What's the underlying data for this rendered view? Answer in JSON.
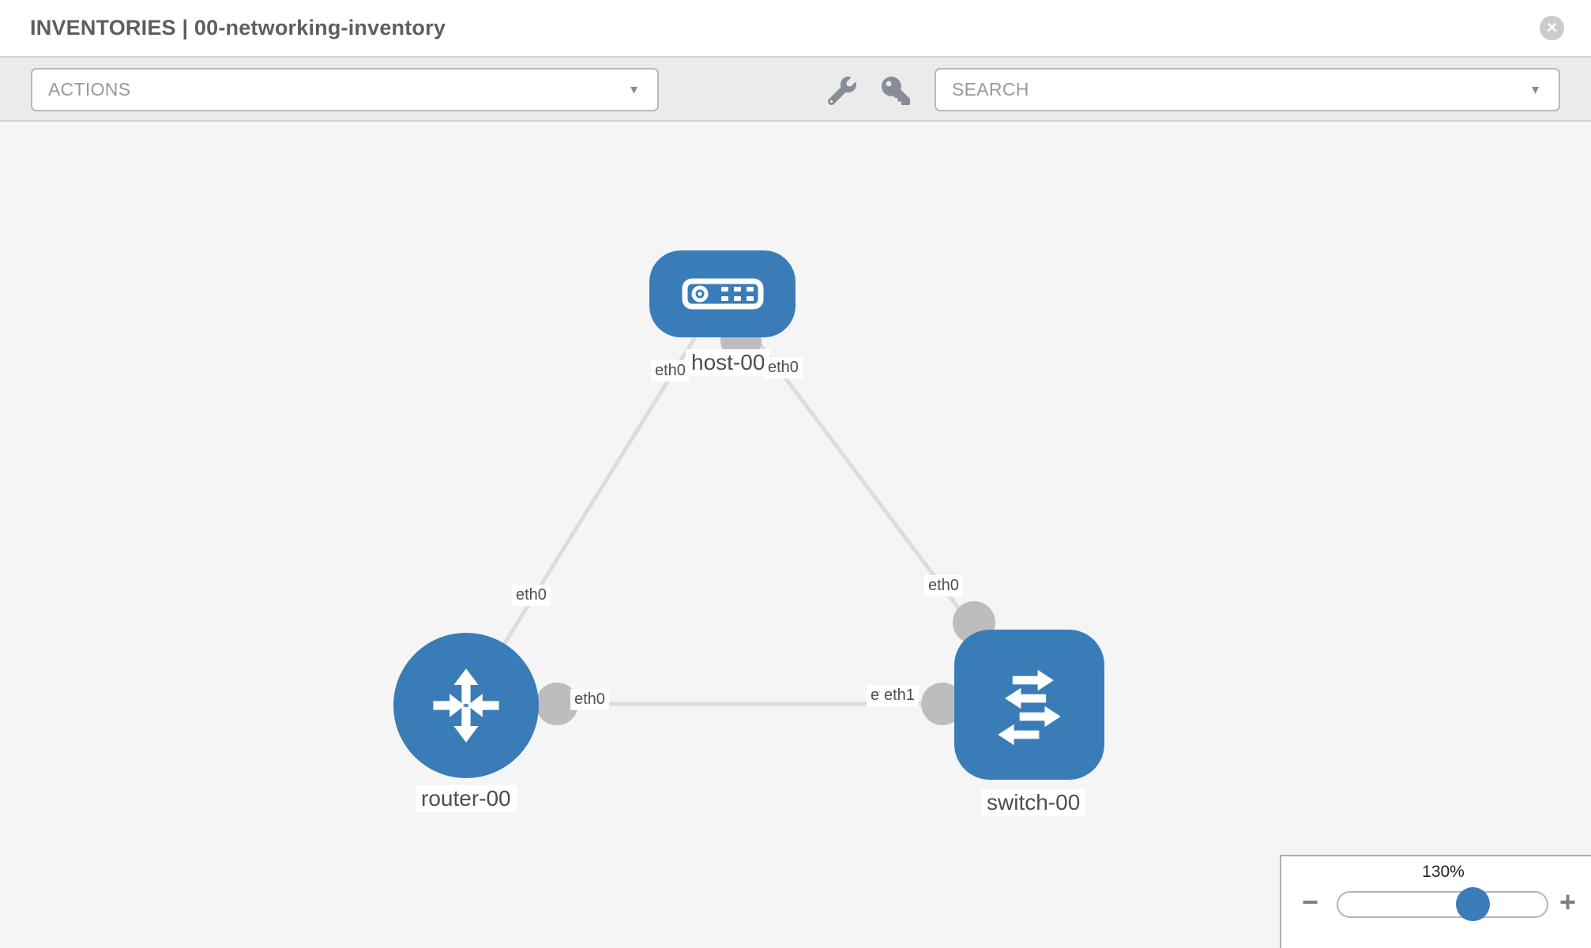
{
  "header": {
    "title": "INVENTORIES | 00-networking-inventory",
    "close_icon": "circle-x-icon",
    "close_glyph": "✕"
  },
  "toolbar": {
    "actions_label": "ACTIONS",
    "search_placeholder": "SEARCH",
    "caret_glyph": "▼",
    "icons": [
      "wrench-icon",
      "key-icon"
    ]
  },
  "diagram": {
    "nodes": [
      {
        "id": "host-00",
        "label": "host-00",
        "type": "host",
        "icon": "server-icon",
        "shape": "rounded-rectangle"
      },
      {
        "id": "router-00",
        "label": "router-00",
        "type": "router",
        "icon": "router-arrows-icon",
        "shape": "circle"
      },
      {
        "id": "switch-00",
        "label": "switch-00",
        "type": "switch",
        "icon": "switch-arrows-icon",
        "shape": "rounded-square"
      }
    ],
    "links": [
      {
        "from": "host-00",
        "from_interface": "eth0",
        "to": "router-00",
        "to_interface": "eth0"
      },
      {
        "from": "host-00",
        "from_interface": "eth0",
        "to": "switch-00",
        "to_interface": "eth0"
      },
      {
        "from": "router-00",
        "from_interface": "eth0",
        "to": "switch-00",
        "to_interface": "eth1"
      }
    ],
    "interface_labels": [
      {
        "text": "eth0",
        "at": "host-00 lower-left"
      },
      {
        "text": "eth0",
        "at": "host-00 lower-right"
      },
      {
        "text": "eth0",
        "at": "host-router link near router"
      },
      {
        "text": "eth0",
        "at": "host-switch link near switch"
      },
      {
        "text": "eth0",
        "at": "router-switch link near router"
      },
      {
        "text": "eth0",
        "at": "router-switch link near switch, occluded"
      },
      {
        "text": "eth1",
        "at": "router-switch link near switch"
      }
    ],
    "colors": {
      "node_fill": "#3a7cb8",
      "link": "#dcdcdc",
      "interface_dot": "#bdbdbd",
      "label_text": "#4e4e4e",
      "canvas_bg": "#f5f5f6"
    }
  },
  "zoom_control": {
    "value": "130%",
    "minus_glyph": "−",
    "plus_glyph": "+",
    "thumb_color": "#3a7cb8"
  }
}
